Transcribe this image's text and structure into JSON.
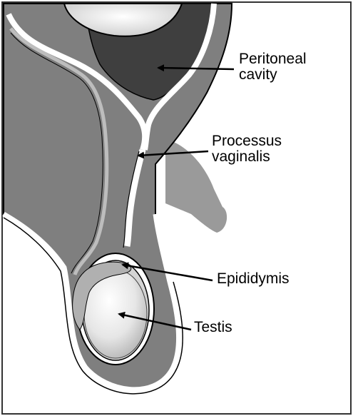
{
  "diagram": {
    "labels": {
      "peritoneal_cavity": "Peritoneal\ncavity",
      "processus_vaginalis": "Processus\nvaginalis",
      "epididymis": "Epididymis",
      "testis": "Testis"
    },
    "colors": {
      "background": "#ffffff",
      "tissue": "#7d7d7d",
      "cavity": "#3f3f3f",
      "membrane": "#ffffff",
      "lining": "#bdbdbd",
      "testis": "#ececec",
      "epididymis": "#b0b0b0",
      "outline": "#000000"
    }
  }
}
